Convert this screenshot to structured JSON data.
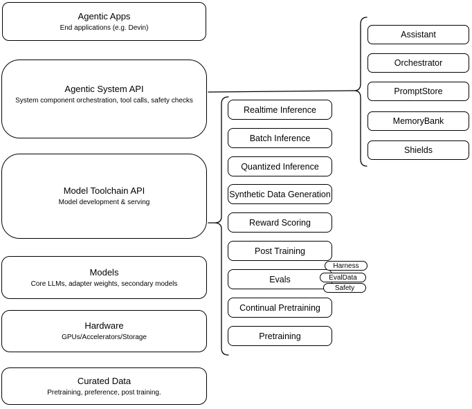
{
  "diagram": {
    "layers": [
      {
        "title": "Agentic Apps",
        "subtitle": "End applications (e.g. Devin)"
      },
      {
        "title": "Agentic System API",
        "subtitle": "System component orchestration, tool calls, safety checks"
      },
      {
        "title": "Model Toolchain API",
        "subtitle": "Model development & serving"
      },
      {
        "title": "Models",
        "subtitle": "Core LLMs, adapter weights, secondary models"
      },
      {
        "title": "Hardware",
        "subtitle": "GPUs/Accelerators/Storage"
      },
      {
        "title": "Curated Data",
        "subtitle": "Pretraining, preference, post training."
      }
    ],
    "toolchain_services": [
      "Realtime Inference",
      "Batch Inference",
      "Quantized Inference",
      "Synthetic Data Generation",
      "Reward Scoring",
      "Post Training",
      "Evals",
      "Continual Pretraining",
      "Pretraining"
    ],
    "eval_tags": [
      "Harness",
      "EvalData",
      "Safety"
    ],
    "system_components": [
      "Assistant",
      "Orchestrator",
      "PromptStore",
      "MemoryBank",
      "Shields"
    ],
    "colors": {
      "stroke": "#000000",
      "background": "#ffffff"
    }
  }
}
